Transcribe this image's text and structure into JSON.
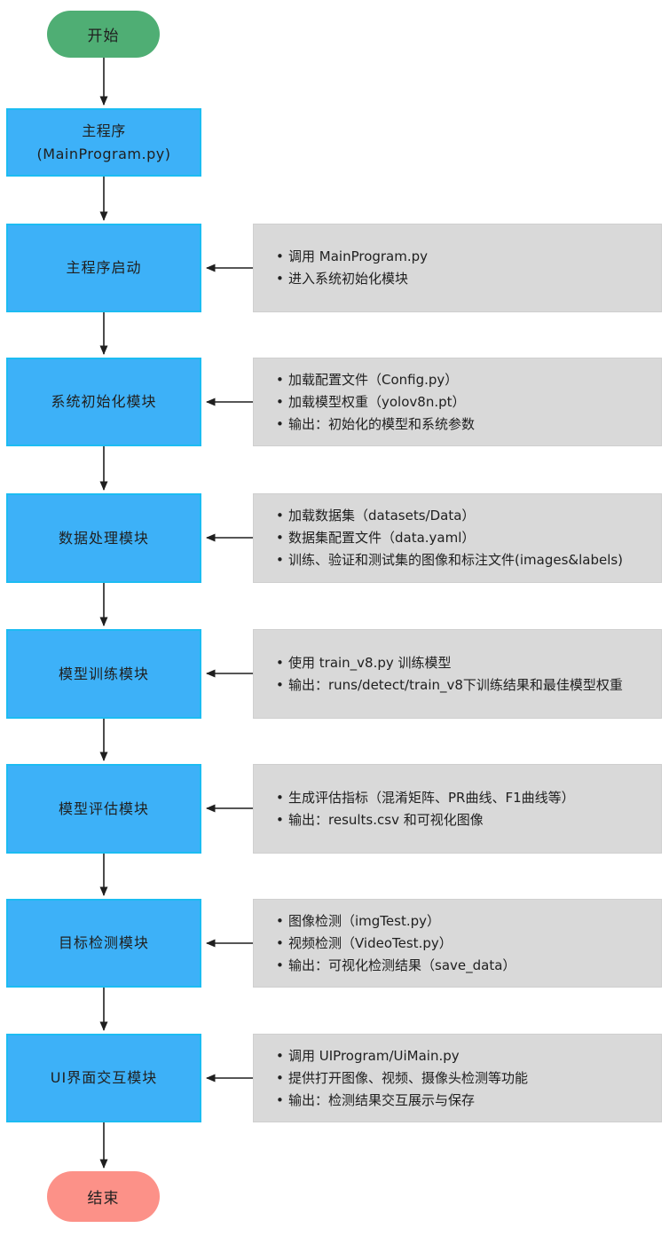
{
  "flow": {
    "start_label": "开始",
    "end_label": "结束",
    "main_program": {
      "line1": "主程序",
      "line2": "(MainProgram.py)"
    },
    "steps": [
      {
        "label": "主程序启动",
        "notes": [
          "调用 MainProgram.py",
          "进入系统初始化模块"
        ]
      },
      {
        "label": "系统初始化模块",
        "notes": [
          "加载配置文件（Config.py）",
          "加载模型权重（yolov8n.pt）",
          "输出：初始化的模型和系统参数"
        ]
      },
      {
        "label": "数据处理模块",
        "notes": [
          "加载数据集（datasets/Data）",
          "数据集配置文件（data.yaml）",
          "训练、验证和测试集的图像和标注文件(images&labels)"
        ]
      },
      {
        "label": "模型训练模块",
        "notes": [
          "使用 train_v8.py 训练模型",
          "输出：runs/detect/train_v8下训练结果和最佳模型权重"
        ]
      },
      {
        "label": "模型评估模块",
        "notes": [
          "生成评估指标（混淆矩阵、PR曲线、F1曲线等）",
          "输出：results.csv 和可视化图像"
        ]
      },
      {
        "label": "目标检测模块",
        "notes": [
          "图像检测（imgTest.py）",
          "视频检测（VideoTest.py）",
          "输出：可视化检测结果（save_data）"
        ]
      },
      {
        "label": "UI界面交互模块",
        "notes": [
          "调用 UIProgram/UiMain.py",
          "提供打开图像、视频、摄像头检测等功能",
          "输出：检测结果交互展示与保存"
        ]
      }
    ],
    "colors": {
      "start_node": "#4FAE74",
      "process_fill": "#3DB1F8",
      "process_border": "#1CBCF2",
      "note_fill": "#D9D9D9",
      "end_node": "#FC9188",
      "arrow": "#1F1F1F"
    }
  }
}
